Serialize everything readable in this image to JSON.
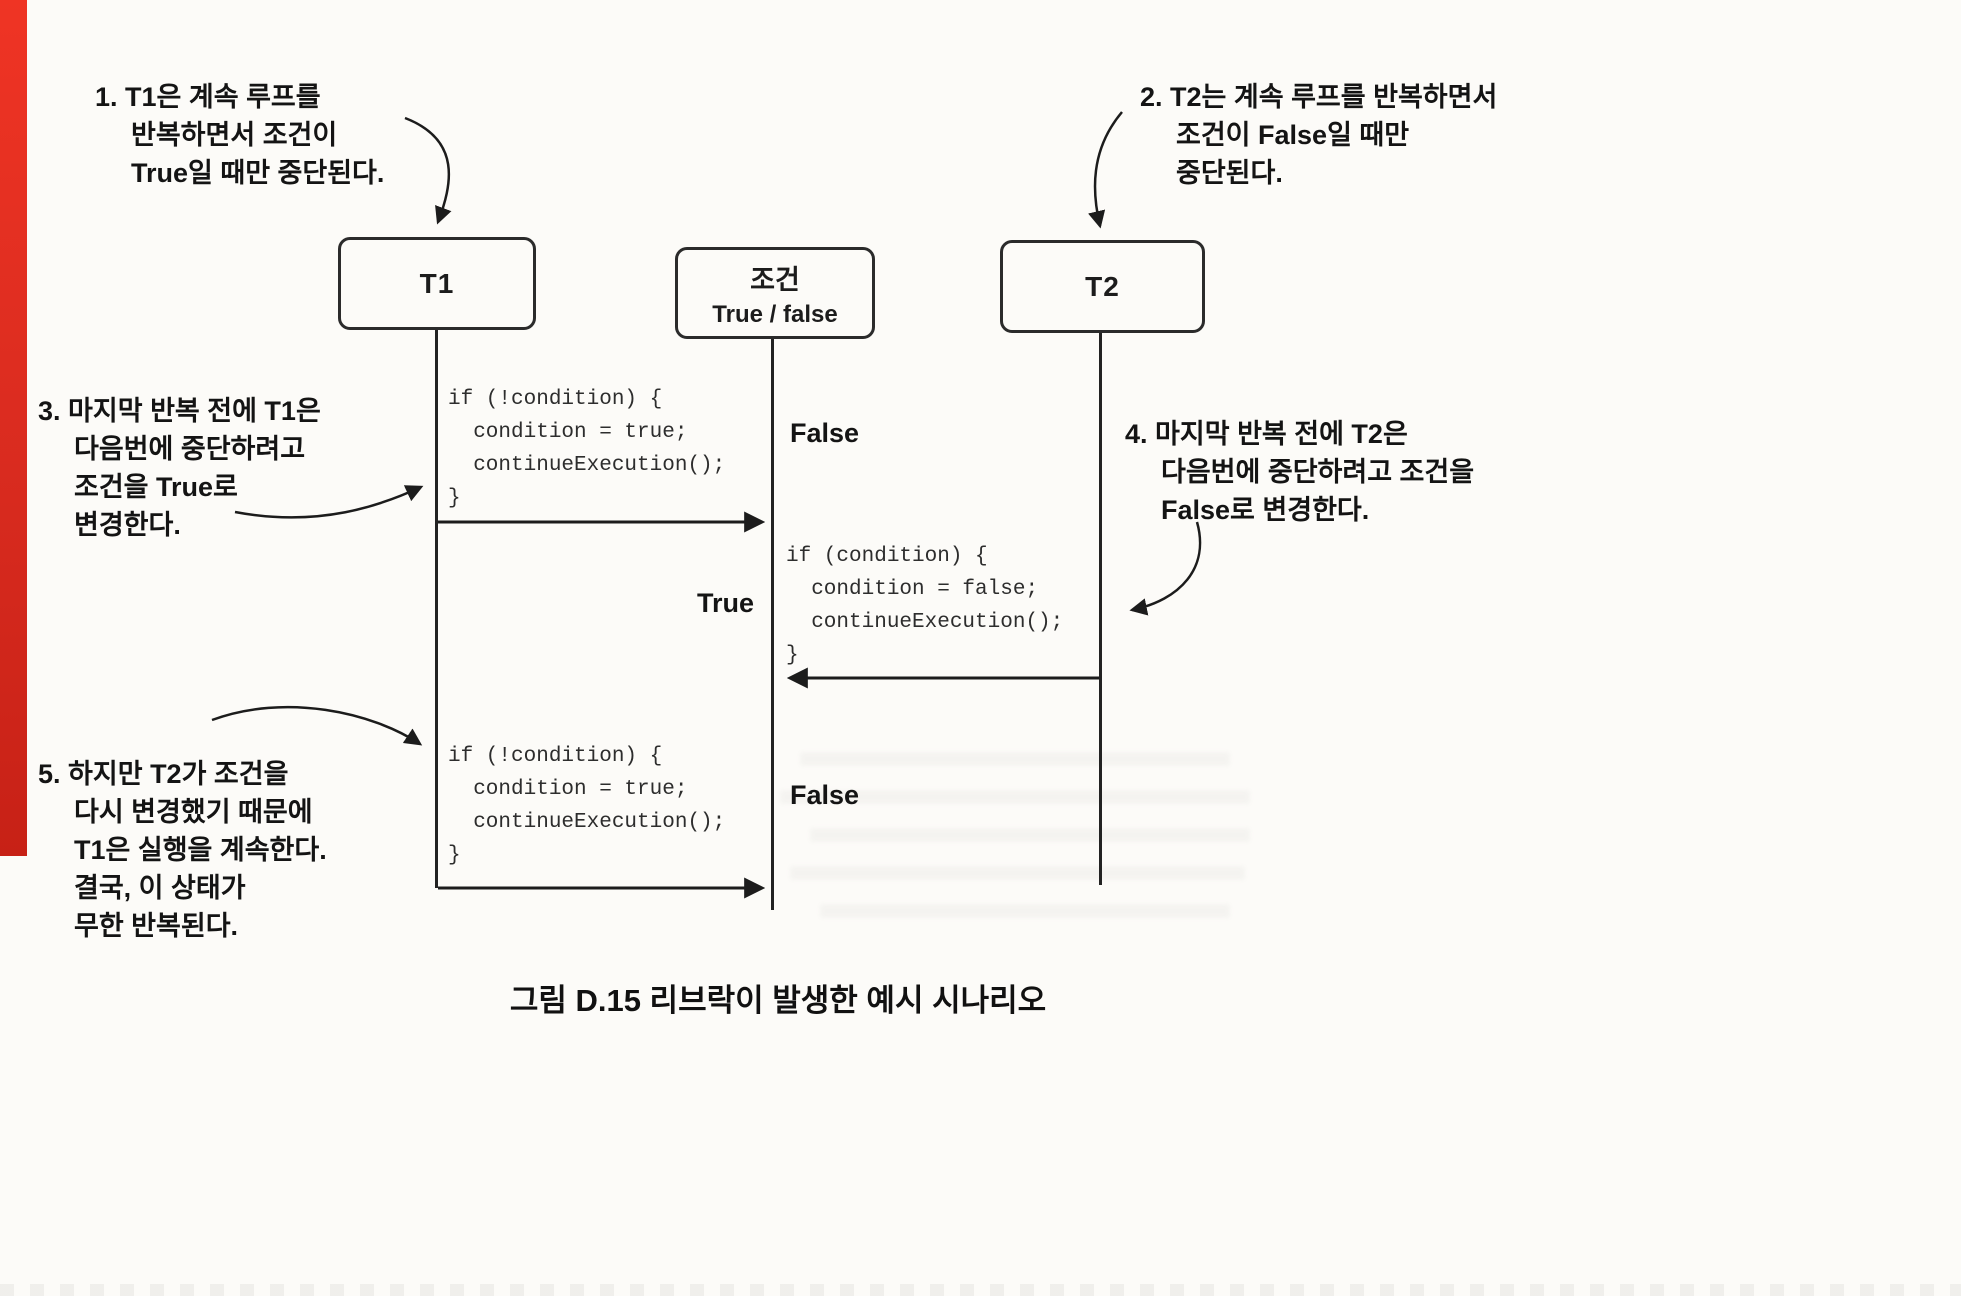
{
  "colors": {
    "red_strip": "#d92b1f",
    "ink": "#1c1c1c"
  },
  "caption": "그림 D.15 리브락이 발생한 예시 시나리오",
  "nodes": {
    "t1": {
      "label": "T1"
    },
    "condition": {
      "title": "조건",
      "subtitle": "True / false"
    },
    "t2": {
      "label": "T2"
    }
  },
  "code_blocks": [
    {
      "lines": [
        "if (!condition) {",
        "  condition = true;",
        "  continueExecution();",
        "}"
      ]
    },
    {
      "lines": [
        "if (condition) {",
        "  condition = false;",
        "  continueExecution();",
        "}"
      ]
    },
    {
      "lines": [
        "if (!condition) {",
        "  condition = true;",
        "  continueExecution();",
        "}"
      ]
    }
  ],
  "state_labels": [
    {
      "text": "False"
    },
    {
      "text": "True"
    },
    {
      "text": "False"
    }
  ],
  "annotations": [
    {
      "number": "1.",
      "lines": [
        "T1은 계속 루프를",
        "반복하면서 조건이",
        "True일 때만 중단된다."
      ]
    },
    {
      "number": "2.",
      "lines": [
        "T2는 계속 루프를 반복하면서",
        "조건이 False일 때만",
        "중단된다."
      ]
    },
    {
      "number": "3.",
      "lines": [
        "마지막 반복 전에 T1은",
        "다음번에 중단하려고",
        "조건을 True로",
        "변경한다."
      ]
    },
    {
      "number": "4.",
      "lines": [
        "마지막 반복 전에 T2은",
        "다음번에 중단하려고 조건을",
        "False로 변경한다."
      ]
    },
    {
      "number": "5.",
      "lines": [
        "하지만 T2가 조건을",
        "다시 변경했기 때문에",
        "T1은 실행을 계속한다.",
        "결국, 이 상태가",
        "무한 반복된다."
      ]
    }
  ]
}
